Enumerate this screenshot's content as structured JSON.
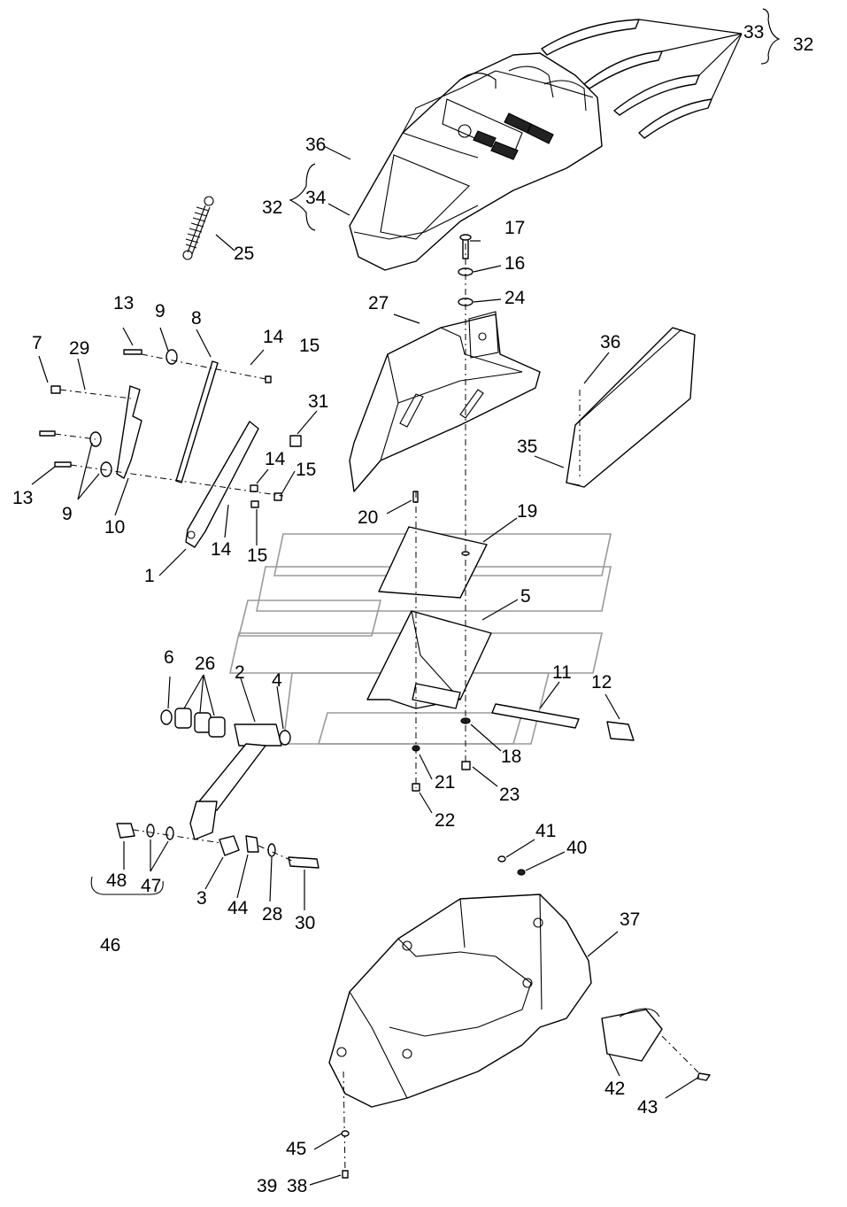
{
  "diagram": {
    "callouts": [
      {
        "id": "c33",
        "text": "33"
      },
      {
        "id": "c32a",
        "text": "32"
      },
      {
        "id": "c36a",
        "text": "36"
      },
      {
        "id": "c32b",
        "text": "32"
      },
      {
        "id": "c34",
        "text": "34"
      },
      {
        "id": "c25",
        "text": "25"
      },
      {
        "id": "c17",
        "text": "17"
      },
      {
        "id": "c16",
        "text": "16"
      },
      {
        "id": "c24",
        "text": "24"
      },
      {
        "id": "c27",
        "text": "27"
      },
      {
        "id": "c13a",
        "text": "13"
      },
      {
        "id": "c9a",
        "text": "9"
      },
      {
        "id": "c8",
        "text": "8"
      },
      {
        "id": "c14a",
        "text": "14"
      },
      {
        "id": "c15a",
        "text": "15"
      },
      {
        "id": "c7",
        "text": "7"
      },
      {
        "id": "c29",
        "text": "29"
      },
      {
        "id": "c36b",
        "text": "36"
      },
      {
        "id": "c31",
        "text": "31"
      },
      {
        "id": "c14b",
        "text": "14"
      },
      {
        "id": "c15b",
        "text": "15"
      },
      {
        "id": "c35",
        "text": "35"
      },
      {
        "id": "c13b",
        "text": "13"
      },
      {
        "id": "c9b",
        "text": "9"
      },
      {
        "id": "c10",
        "text": "10"
      },
      {
        "id": "c14c",
        "text": "14"
      },
      {
        "id": "c15c",
        "text": "15"
      },
      {
        "id": "c1",
        "text": "1"
      },
      {
        "id": "c20",
        "text": "20"
      },
      {
        "id": "c19",
        "text": "19"
      },
      {
        "id": "c5",
        "text": "5"
      },
      {
        "id": "c6",
        "text": "6"
      },
      {
        "id": "c26",
        "text": "26"
      },
      {
        "id": "c2",
        "text": "2"
      },
      {
        "id": "c4",
        "text": "4"
      },
      {
        "id": "c11",
        "text": "11"
      },
      {
        "id": "c12",
        "text": "12"
      },
      {
        "id": "c18",
        "text": "18"
      },
      {
        "id": "c21",
        "text": "21"
      },
      {
        "id": "c23",
        "text": "23"
      },
      {
        "id": "c22",
        "text": "22"
      },
      {
        "id": "c48",
        "text": "48"
      },
      {
        "id": "c47",
        "text": "47"
      },
      {
        "id": "c3",
        "text": "3"
      },
      {
        "id": "c44",
        "text": "44"
      },
      {
        "id": "c28",
        "text": "28"
      },
      {
        "id": "c30",
        "text": "30"
      },
      {
        "id": "c46",
        "text": "46"
      },
      {
        "id": "c41",
        "text": "41"
      },
      {
        "id": "c40",
        "text": "40"
      },
      {
        "id": "c37",
        "text": "37"
      },
      {
        "id": "c42",
        "text": "42"
      },
      {
        "id": "c43",
        "text": "43"
      },
      {
        "id": "c45",
        "text": "45"
      },
      {
        "id": "c39",
        "text": "39"
      },
      {
        "id": "c38",
        "text": "38"
      }
    ]
  }
}
